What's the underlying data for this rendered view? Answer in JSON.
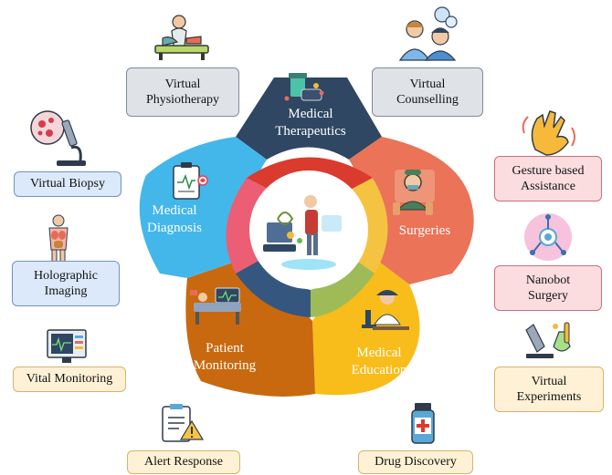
{
  "center": {
    "petals": [
      {
        "id": "therapeutics",
        "line1": "Medical",
        "line2": "Therapeutics",
        "color": "#2f4763"
      },
      {
        "id": "surgeries",
        "line1": "Surgeries",
        "line2": "",
        "color": "#ea7358"
      },
      {
        "id": "education",
        "line1": "Medical",
        "line2": "Education",
        "color": "#f8bd1b"
      },
      {
        "id": "monitoring",
        "line1": "Patient",
        "line2": "Monitoring",
        "color": "#c8690f"
      },
      {
        "id": "diagnosis",
        "line1": "Medical",
        "line2": "Diagnosis",
        "color": "#43b7ea"
      }
    ],
    "inner_colors": [
      "#d93b2e",
      "#f4c342",
      "#9fbb58",
      "#35577f",
      "#ec5e74"
    ]
  },
  "outer_labels": {
    "virtual_physiotherapy": {
      "line1": "Virtual",
      "line2": "Physiotherapy"
    },
    "virtual_counselling": {
      "line1": "Virtual",
      "line2": "Counselling"
    },
    "virtual_biopsy": {
      "line1": "Virtual Biopsy"
    },
    "gesture_assistance": {
      "line1": "Gesture based",
      "line2": "Assistance"
    },
    "holographic_imaging": {
      "line1": "Holographic",
      "line2": "Imaging"
    },
    "nanobot_surgery": {
      "line1": "Nanobot",
      "line2": "Surgery"
    },
    "vital_monitoring": {
      "line1": "Vital Monitoring"
    },
    "virtual_experiments": {
      "line1": "Virtual",
      "line2": "Experiments"
    },
    "alert_response": {
      "line1": "Alert Response"
    },
    "drug_discovery": {
      "line1": "Drug Discovery"
    }
  },
  "colors": {
    "grey_fill": "#dfe3e8",
    "blue_fill": "#dbe9fa",
    "pink_fill": "#fbdde0",
    "cream_fill": "#fff1d6"
  },
  "icons": [
    "physiotherapy-bed-icon",
    "counselling-people-icon",
    "microscope-icon",
    "gesture-hand-icon",
    "anatomy-body-icon",
    "nanobot-icon",
    "vital-monitor-screen-icon",
    "lab-experiment-icon",
    "alert-clipboard-icon",
    "medicine-bottle-icon",
    "vr-doctor-icon",
    "medicine-pills-icon",
    "surgeon-icon",
    "scientist-microscope-icon",
    "hospital-bed-monitor-icon",
    "ecg-clipboard-icon"
  ]
}
